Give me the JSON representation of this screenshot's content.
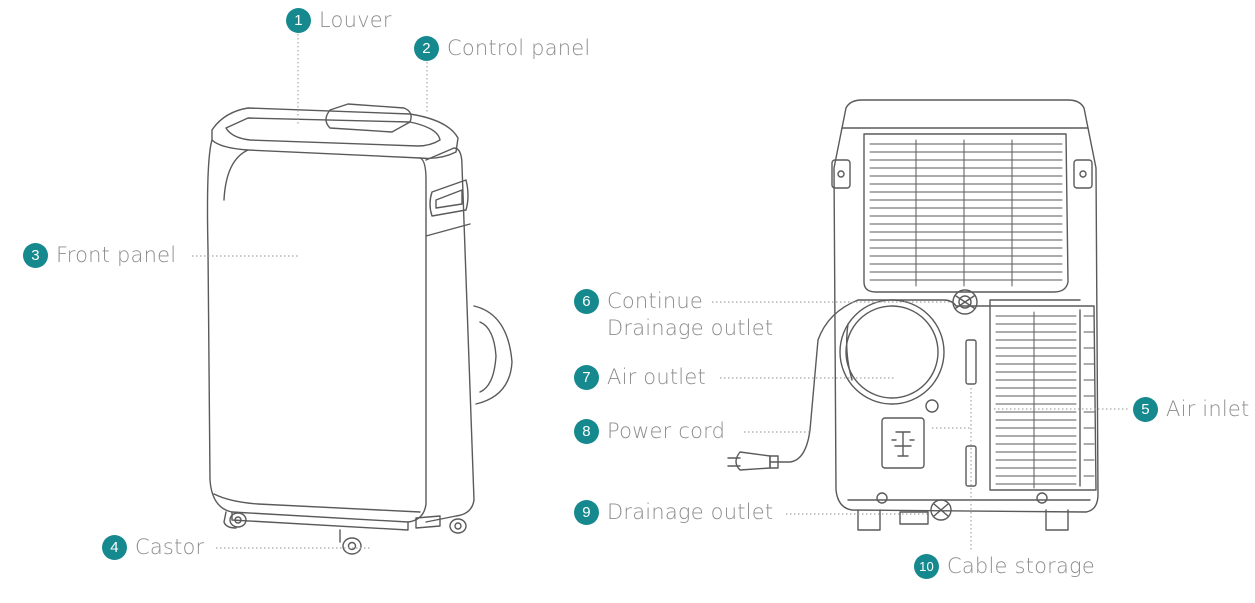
{
  "colors": {
    "badge": "#16898f",
    "line": "#5a5a5a",
    "leader": "#a8a8a8",
    "text": "#8c8c8c"
  },
  "callouts": [
    {
      "number": "1",
      "label": "Louver"
    },
    {
      "number": "2",
      "label": "Control panel"
    },
    {
      "number": "3",
      "label": "Front panel"
    },
    {
      "number": "4",
      "label": "Castor"
    },
    {
      "number": "5",
      "label": "Air inlet"
    },
    {
      "number": "6",
      "label_line1": "Continue",
      "label_line2": "Drainage outlet"
    },
    {
      "number": "7",
      "label": "Air outlet"
    },
    {
      "number": "8",
      "label": "Power cord"
    },
    {
      "number": "9",
      "label": "Drainage outlet"
    },
    {
      "number": "10",
      "label": "Cable storage"
    }
  ]
}
